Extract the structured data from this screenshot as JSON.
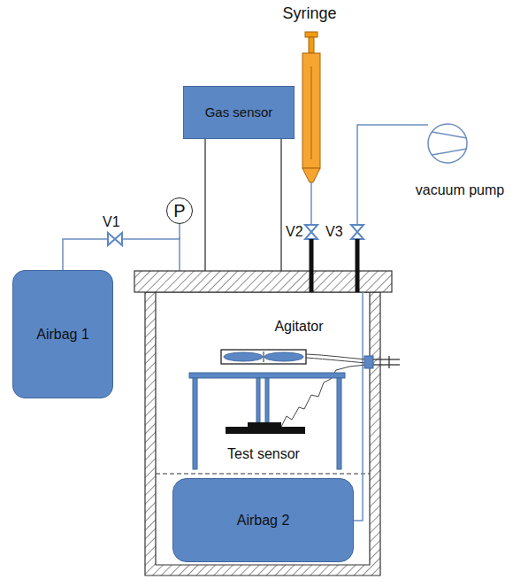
{
  "diagram": {
    "nodes": [
      {
        "text": [
          "Gas sensor"
        ]
      },
      {
        "text": [
          "P"
        ]
      },
      {
        "text": [
          "Airbag 1"
        ]
      },
      {
        "text": [
          "Airbag 2"
        ]
      }
    ],
    "edges": [
      {
        "from": 2,
        "to": 1,
        "arrow": "none"
      }
    ],
    "labels": [
      "Syringe",
      "vacuum pump",
      "V1",
      "V2",
      "V3",
      "Agitator",
      "Test sensor"
    ]
  }
}
